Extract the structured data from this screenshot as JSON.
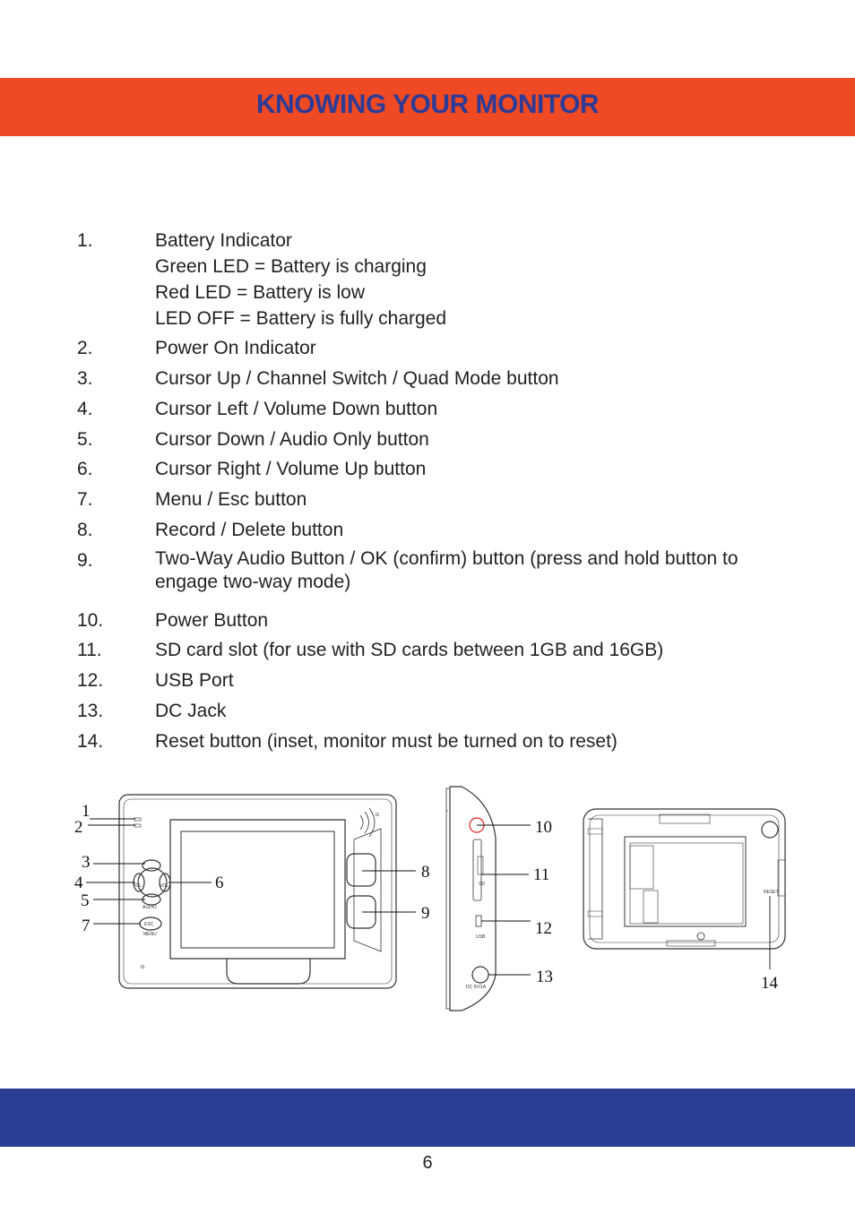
{
  "header": {
    "title": "KNOWING YOUR MONITOR",
    "band_color": "#ef4a23",
    "title_color": "#2e3b96"
  },
  "items": [
    {
      "num": "1.",
      "lines": [
        "Battery Indicator",
        "Green LED = Battery is charging",
        "Red LED = Battery is low",
        "LED OFF = Battery is fully charged"
      ]
    },
    {
      "num": "2.",
      "lines": [
        "Power On Indicator"
      ]
    },
    {
      "num": "3.",
      "lines": [
        "Cursor Up / Channel Switch / Quad Mode button"
      ]
    },
    {
      "num": "4.",
      "lines": [
        "Cursor Left / Volume Down button"
      ]
    },
    {
      "num": "5.",
      "lines": [
        "Cursor Down / Audio Only button"
      ]
    },
    {
      "num": "6.",
      "lines": [
        "Cursor Right / Volume Up button"
      ]
    },
    {
      "num": "7.",
      "lines": [
        "Menu / Esc button"
      ]
    },
    {
      "num": "8.",
      "lines": [
        "Record / Delete button"
      ]
    },
    {
      "num": "9.",
      "lines": [
        "Two-Way Audio Button / OK (confirm) button (press and hold button to engage two-way mode)"
      ]
    },
    {
      "num": "10.",
      "lines": [
        "Power Button"
      ]
    },
    {
      "num": "11.",
      "lines": [
        "SD card slot (for use with SD cards between 1GB and 16GB)"
      ]
    },
    {
      "num": "12.",
      "lines": [
        "USB Port"
      ]
    },
    {
      "num": "13.",
      "lines": [
        "DC Jack"
      ]
    },
    {
      "num": "14.",
      "lines": [
        "Reset button (inset, monitor must be turned on to reset)"
      ]
    }
  ],
  "diagram": {
    "callouts": [
      "1",
      "2",
      "3",
      "4",
      "5",
      "6",
      "7",
      "8",
      "9",
      "10",
      "11",
      "12",
      "13",
      "14"
    ],
    "device_labels": {
      "audio": "AUDIO",
      "esc": "ESC",
      "menu": "MENU",
      "sd": "SD",
      "vol_minus": "VOL-",
      "vol_plus": "VOL+",
      "dc": "DC 5V/1A",
      "usb": "USB",
      "reset": "RESET"
    }
  },
  "footer": {
    "band_color": "#2a3f93",
    "page_number": "6"
  }
}
